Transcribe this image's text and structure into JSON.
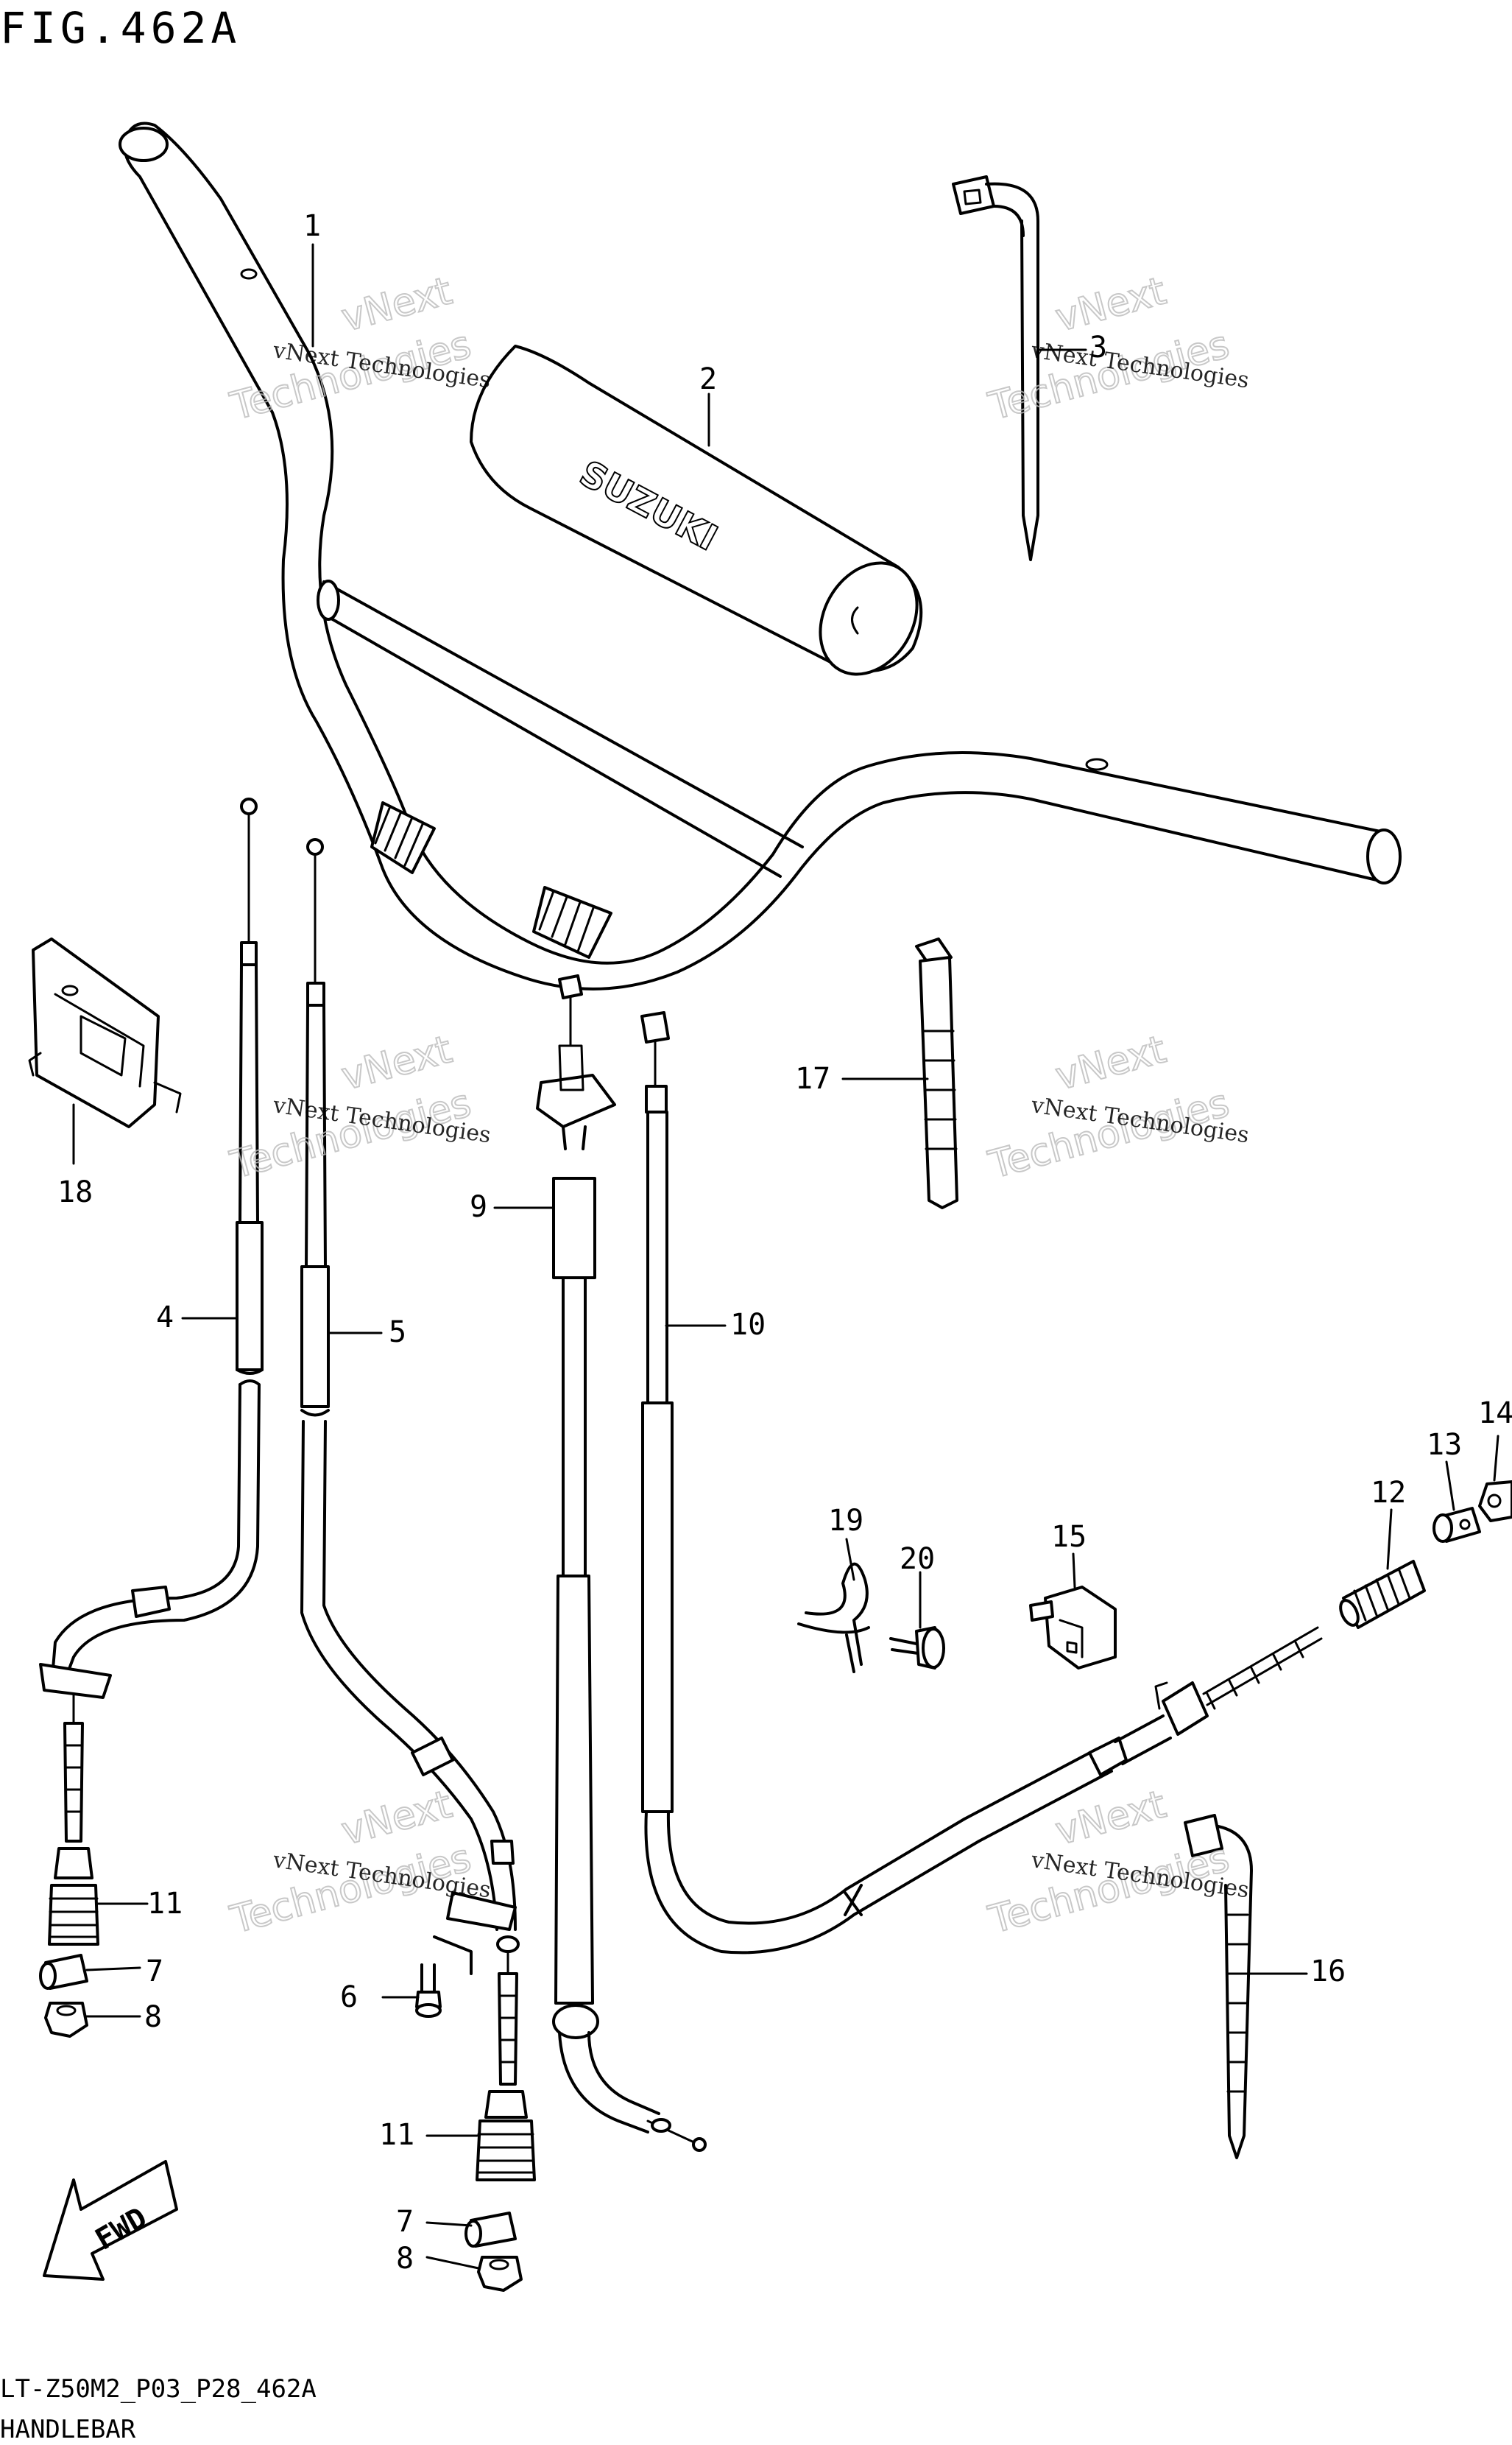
{
  "figure_title": "FIG.462A",
  "drawing_code": "LT-Z50M2_P03_P28_462A",
  "section_name": "HANDLEBAR",
  "brand_label": "SUZUKI",
  "fwd_label": "FWD",
  "watermark": {
    "line1": "vNext Technologies",
    "line2": "vNext",
    "line3": "Technologies"
  },
  "callouts": {
    "c1": "1",
    "c2": "2",
    "c3": "3",
    "c4": "4",
    "c5": "5",
    "c6": "6",
    "c7a": "7",
    "c7b": "7",
    "c8a": "8",
    "c8b": "8",
    "c9": "9",
    "c10": "10",
    "c11a": "11",
    "c11b": "11",
    "c12": "12",
    "c13": "13",
    "c14": "14",
    "c15": "15",
    "c16": "16",
    "c17": "17",
    "c18": "18",
    "c19": "19",
    "c20": "20"
  }
}
